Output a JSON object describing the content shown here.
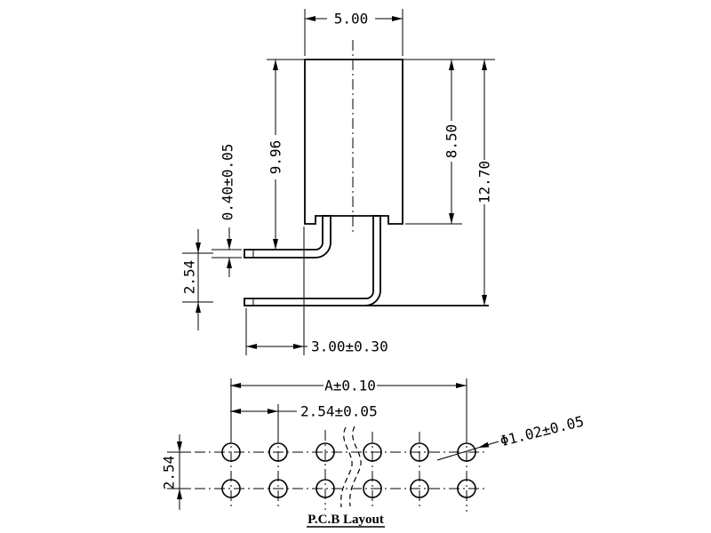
{
  "drawing_type": "connector technical drawing",
  "colors": {
    "line": "#000000",
    "background": "#ffffff"
  },
  "side_view": {
    "width": "5.00",
    "inner_height": "9.96",
    "body_height": "8.50",
    "total_height": "12.70",
    "pin_thickness": "0.40±0.05",
    "row_pitch": "2.54",
    "tail_length": "3.00±0.30"
  },
  "pcb_layout": {
    "title": "P.C.B Layout",
    "overall_span": "A±0.10",
    "hole_pitch": "2.54±0.05",
    "row_pitch": "2.54",
    "hole_diameter": "Φ1.02±0.05",
    "rows": 2,
    "columns": 6
  }
}
